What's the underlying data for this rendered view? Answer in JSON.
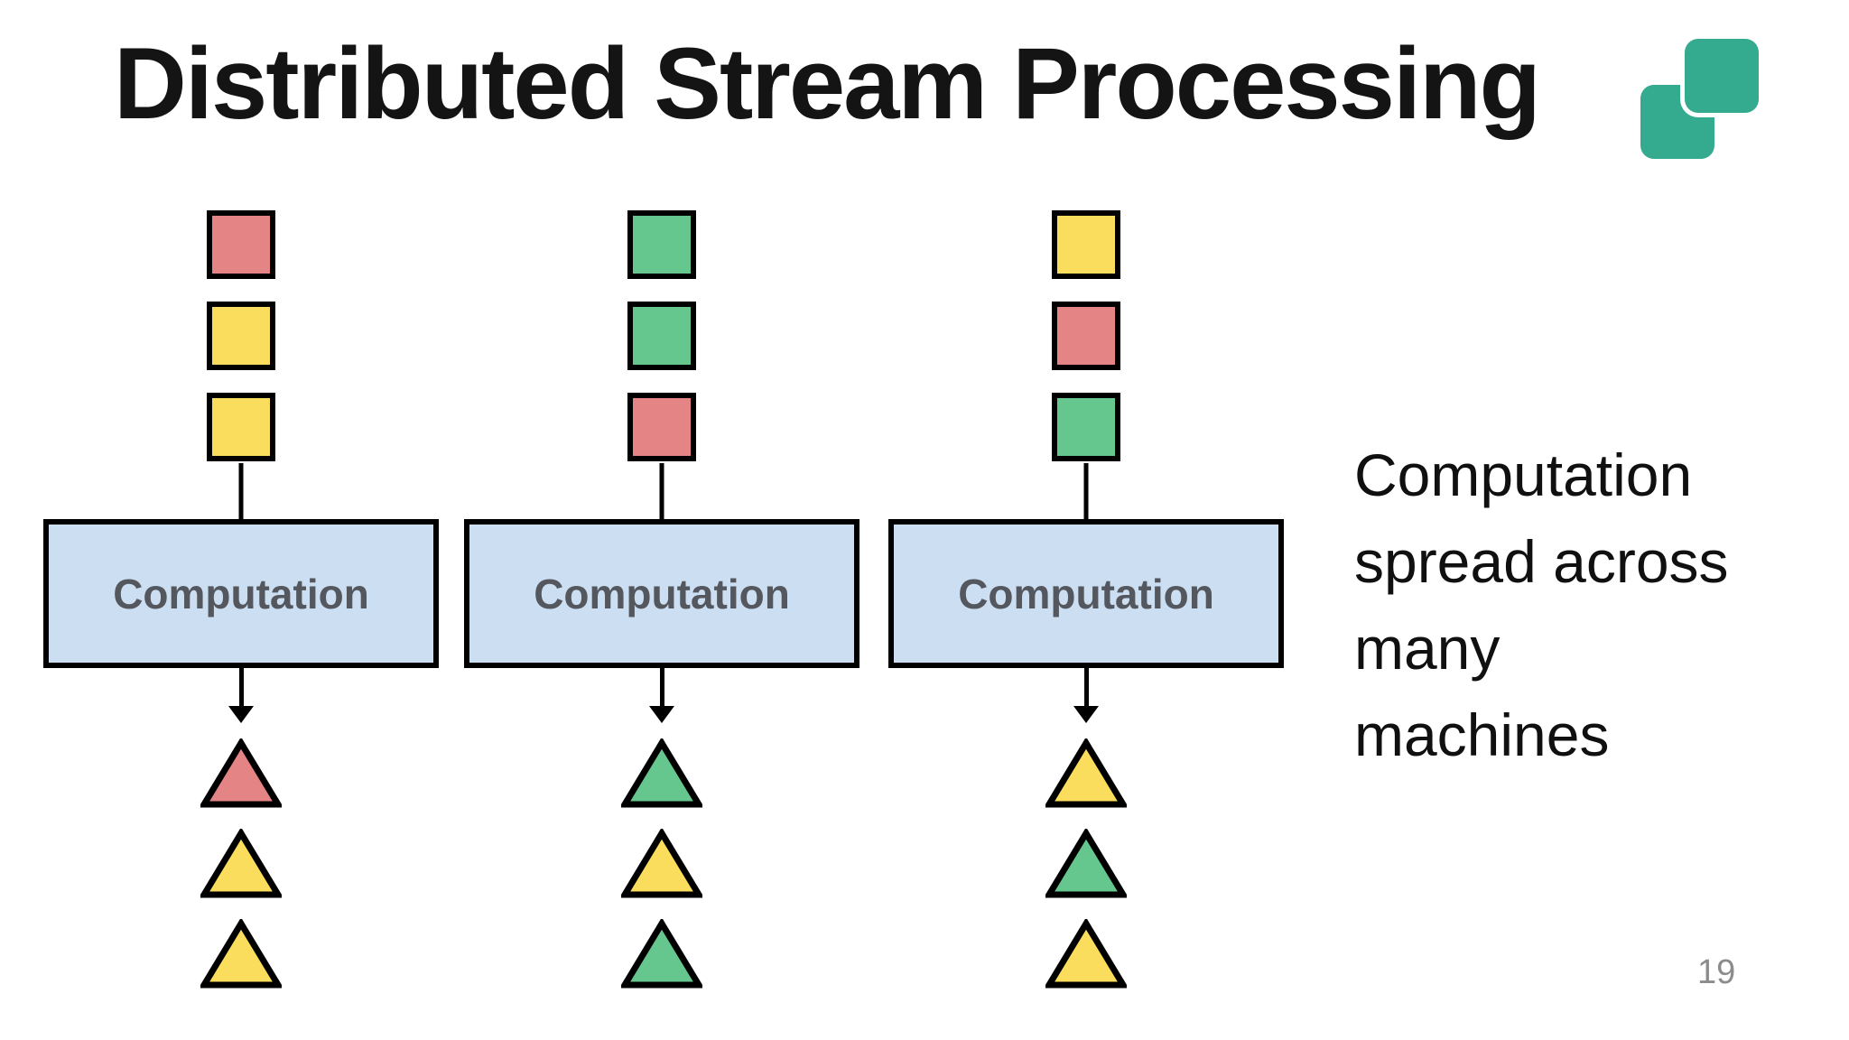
{
  "slide": {
    "title": "Distributed Stream Processing",
    "page_number": "19",
    "side_note": {
      "full_text": "Computation spread across many machines",
      "lines": [
        "Computation",
        "spread across",
        "many",
        "machines"
      ]
    }
  },
  "palette": {
    "red": "#E58485",
    "yellow": "#FBDD5D",
    "green": "#66C78E",
    "box_fill": "#CBDEF2",
    "box_border": "#000000",
    "box_text": "#54585E",
    "shape_outline": "#000000",
    "logo_teal": "#34AA8E",
    "title_color": "#141414",
    "side_note_color": "#101010",
    "page_number_color": "#8C8C8C",
    "background": "#FFFFFF"
  },
  "logo": {
    "name": "two-overlapping-rounded-squares",
    "color": "#34AA8E"
  },
  "pipelines": [
    {
      "box_label": "Computation",
      "input_squares": [
        "red",
        "yellow",
        "yellow"
      ],
      "input_square_colors": [
        "#E58485",
        "#FBDD5D",
        "#FBDD5D"
      ],
      "output_triangles": [
        "red",
        "yellow",
        "yellow"
      ],
      "output_triangle_colors": [
        "#E58485",
        "#FBDD5D",
        "#FBDD5D"
      ]
    },
    {
      "box_label": "Computation",
      "input_squares": [
        "green",
        "green",
        "red"
      ],
      "input_square_colors": [
        "#66C78E",
        "#66C78E",
        "#E58485"
      ],
      "output_triangles": [
        "green",
        "yellow",
        "green"
      ],
      "output_triangle_colors": [
        "#66C78E",
        "#FBDD5D",
        "#66C78E"
      ]
    },
    {
      "box_label": "Computation",
      "input_squares": [
        "yellow",
        "red",
        "green"
      ],
      "input_square_colors": [
        "#FBDD5D",
        "#E58485",
        "#66C78E"
      ],
      "output_triangles": [
        "yellow",
        "green",
        "yellow"
      ],
      "output_triangle_colors": [
        "#FBDD5D",
        "#66C78E",
        "#FBDD5D"
      ]
    }
  ]
}
